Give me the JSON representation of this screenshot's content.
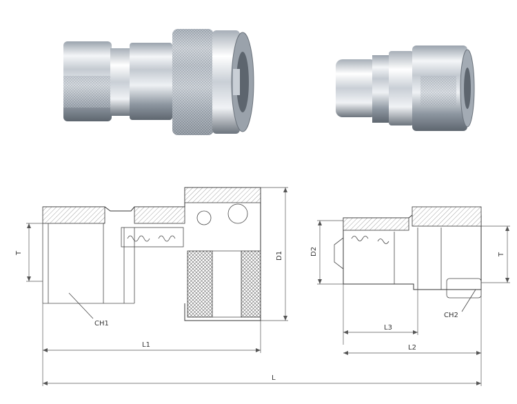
{
  "labels": {
    "ch1": "CH1",
    "ch2": "CH2",
    "t_left": "T",
    "t_right": "T",
    "d1": "D1",
    "d2": "D2",
    "l": "L",
    "l1": "L1",
    "l2": "L2",
    "l3": "L3"
  },
  "colors": {
    "steel_light": "#e8ecf0",
    "steel_mid": "#b9c0c8",
    "steel_dark": "#6e7680",
    "line": "#333333"
  }
}
